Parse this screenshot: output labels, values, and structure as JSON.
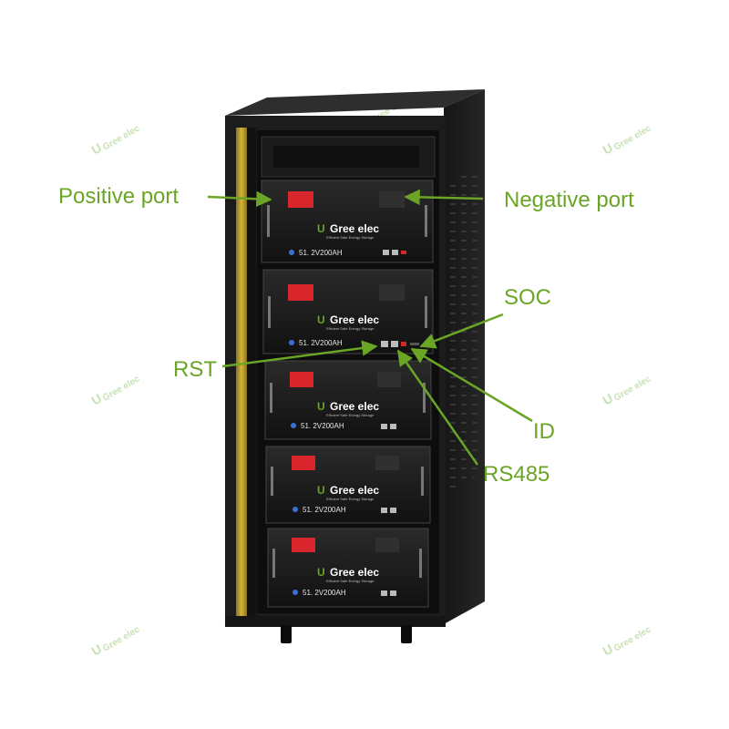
{
  "labels": {
    "positive_port": "Positive port",
    "negative_port": "Negative port",
    "soc": "SOC",
    "rst": "RST",
    "id": "ID",
    "rs485": "RS485"
  },
  "module": {
    "rating": "51. 2V200AH",
    "brand_mark": "U",
    "brand_name": "Gree elec",
    "tagline": "Efficient Safe Energy Storage"
  },
  "watermark": {
    "mark": "U",
    "name": "Gree elec"
  },
  "colors": {
    "label": "#6aa526",
    "arrow": "#6aa526",
    "cabinet": "#1a1a1a",
    "positive_terminal": "#d9262c",
    "brand_green": "#6aa526"
  }
}
